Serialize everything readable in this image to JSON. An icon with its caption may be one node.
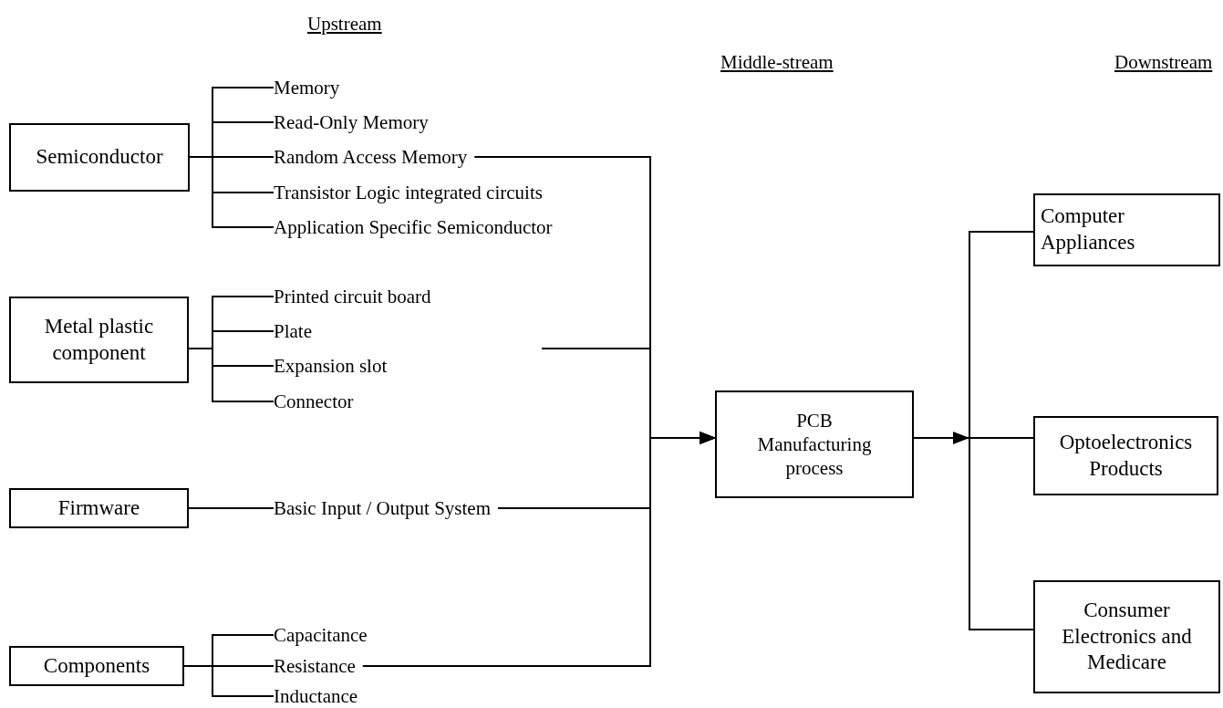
{
  "diagram": {
    "nodes": [
      {
        "text": [
          "Semiconductor"
        ]
      },
      {
        "text": [
          "Memory"
        ]
      },
      {
        "text": [
          "Read-Only Memory"
        ]
      },
      {
        "text": [
          "Random Access Memory"
        ]
      },
      {
        "text": [
          "Transistor Logic integrated circuits"
        ]
      },
      {
        "text": [
          "Application Specific Semiconductor"
        ]
      },
      {
        "text": [
          "Metal plastic component"
        ]
      },
      {
        "text": [
          "Printed circuit board"
        ]
      },
      {
        "text": [
          "Plate"
        ]
      },
      {
        "text": [
          "Expansion slot"
        ]
      },
      {
        "text": [
          "Connector"
        ]
      },
      {
        "text": [
          "Firmware"
        ]
      },
      {
        "text": [
          "Basic Input / Output System"
        ]
      },
      {
        "text": [
          "Components"
        ]
      },
      {
        "text": [
          "Capacitance"
        ]
      },
      {
        "text": [
          "Resistance"
        ]
      },
      {
        "text": [
          "Inductance"
        ]
      },
      {
        "text": [
          "PCB Manufacturing process"
        ]
      },
      {
        "text": [
          "Computer Appliances"
        ]
      },
      {
        "text": [
          "Optoelectronics Products"
        ]
      },
      {
        "text": [
          "Consumer Electronics and Medicare"
        ]
      }
    ],
    "edges": [
      {
        "from": 0,
        "to": 1,
        "arrow": "none"
      },
      {
        "from": 0,
        "to": 2,
        "arrow": "none"
      },
      {
        "from": 0,
        "to": 3,
        "arrow": "none"
      },
      {
        "from": 0,
        "to": 4,
        "arrow": "none"
      },
      {
        "from": 0,
        "to": 5,
        "arrow": "none"
      },
      {
        "from": 6,
        "to": 7,
        "arrow": "none"
      },
      {
        "from": 6,
        "to": 8,
        "arrow": "none"
      },
      {
        "from": 6,
        "to": 9,
        "arrow": "none"
      },
      {
        "from": 6,
        "to": 10,
        "arrow": "none"
      },
      {
        "from": 11,
        "to": 12,
        "arrow": "none"
      },
      {
        "from": 13,
        "to": 14,
        "arrow": "none"
      },
      {
        "from": 13,
        "to": 15,
        "arrow": "none"
      },
      {
        "from": 13,
        "to": 16,
        "arrow": "none"
      },
      {
        "from": 3,
        "to": 17,
        "arrow": "to"
      },
      {
        "from": null,
        "to": 17,
        "arrow": "to"
      },
      {
        "from": 12,
        "to": 17,
        "arrow": "to"
      },
      {
        "from": 15,
        "to": 17,
        "arrow": "to"
      },
      {
        "from": 17,
        "to": 18,
        "arrow": "to"
      },
      {
        "from": 17,
        "to": 19,
        "arrow": "to"
      },
      {
        "from": 17,
        "to": 20,
        "arrow": "to"
      }
    ],
    "labels": [
      "Upstream",
      "Middle-stream",
      "Downstream"
    ]
  }
}
